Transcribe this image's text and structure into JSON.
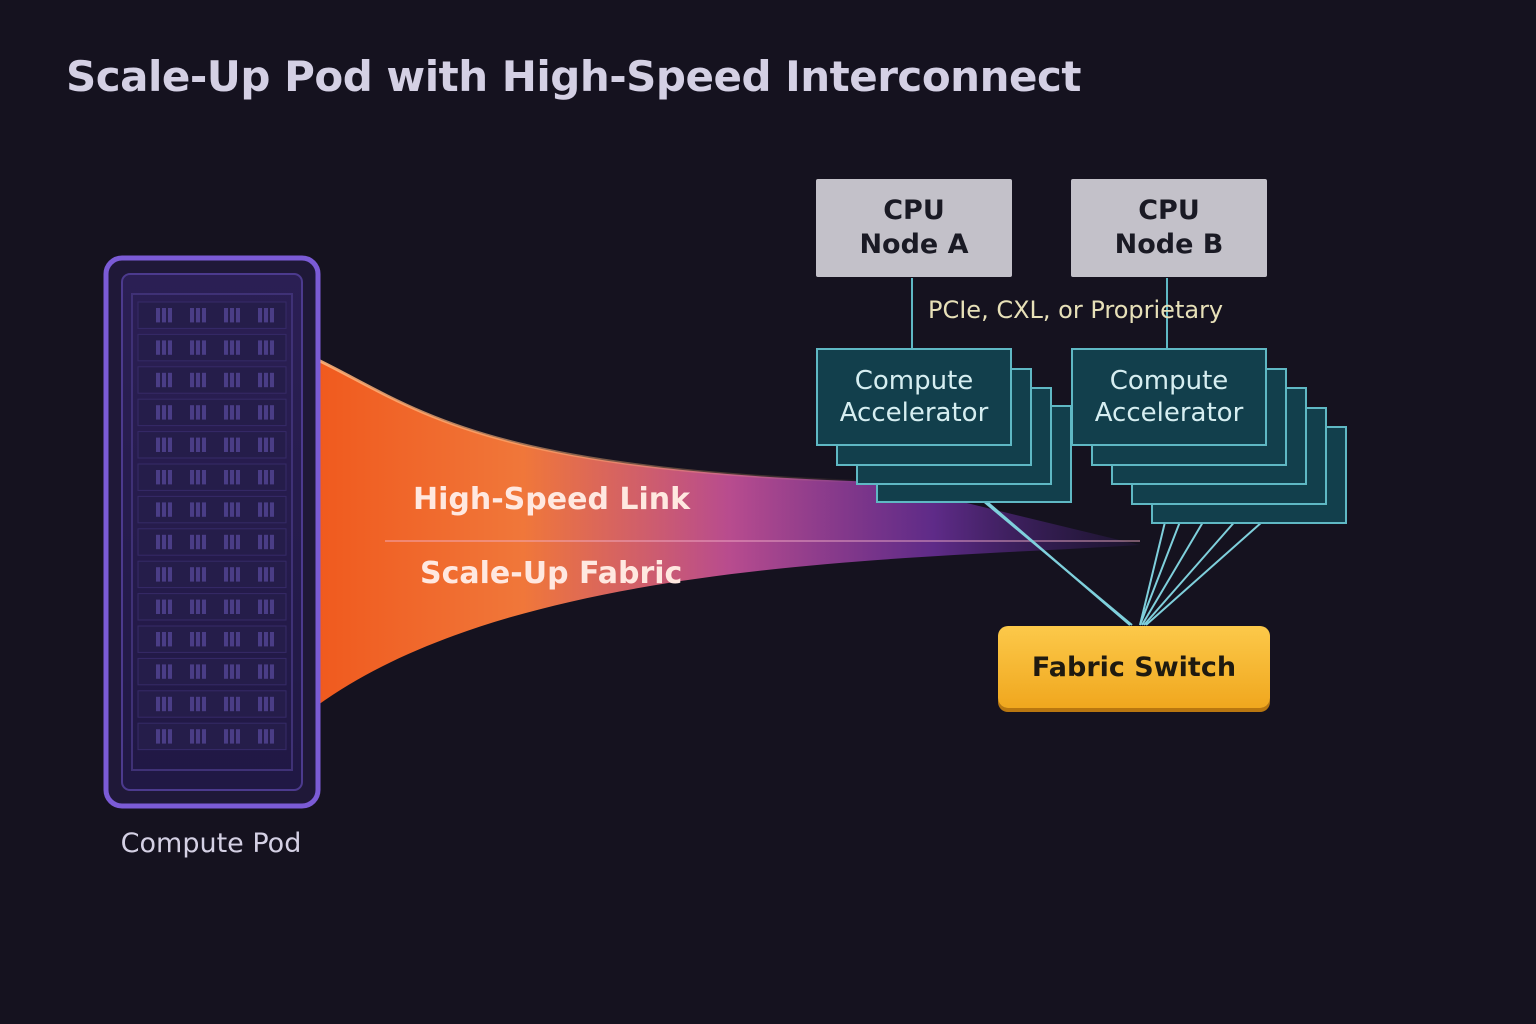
{
  "title": "Scale-Up Pod with High-Speed Interconnect",
  "pod": {
    "label": "Compute Pod"
  },
  "flow": {
    "label_top": "High-Speed Link",
    "label_bottom": "Scale-Up Fabric"
  },
  "cpu_nodes": [
    {
      "line1": "CPU",
      "line2": "Node A"
    },
    {
      "line1": "CPU",
      "line2": "Node B"
    }
  ],
  "accelerators": [
    {
      "line1": "Compute",
      "line2": "Accelerator"
    },
    {
      "line1": "Compute",
      "line2": "Accelerator"
    }
  ],
  "host_link_label": "PCIe, CXL, or Proprietary",
  "switch": {
    "label": "Fabric Switch"
  },
  "colors": {
    "background": "#15121f",
    "pod_border": "#7b5bd6",
    "flow_orange": "#f26522",
    "flow_purple": "#8a3fb8",
    "accelerator_border": "#5fb8c4",
    "accelerator_fill": "#123f4c",
    "switch_fill": "#f9b938",
    "cpu_fill": "#c3c1c9"
  }
}
